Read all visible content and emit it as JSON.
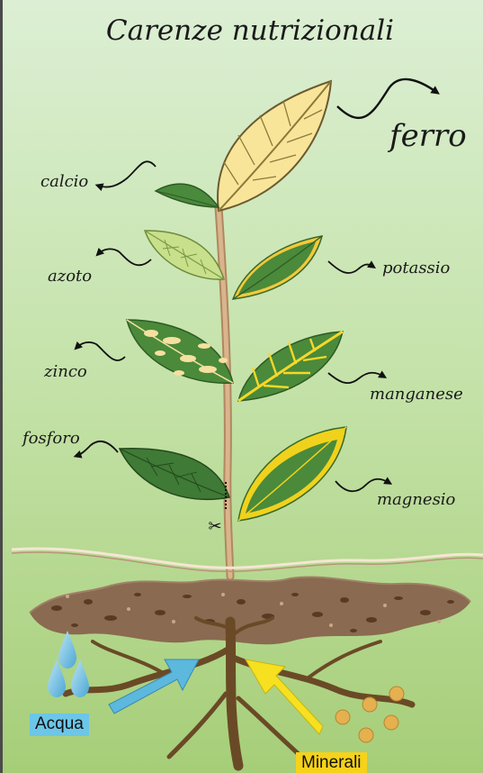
{
  "title": "Carenze nutrizionali",
  "deficiencies": {
    "ferro": "ferro",
    "calcio": "calcio",
    "azoto": "azoto",
    "potassio": "potassio",
    "zinco": "zinco",
    "manganese": "manganese",
    "fosforo": "fosforo",
    "magnesio": "magnesio"
  },
  "inputs": {
    "water": "Acqua",
    "minerals": "Minerali"
  },
  "colors": {
    "background_top": "#d8ecd0",
    "background_bottom": "#a8d07a",
    "water_tag": "#6cc6e8",
    "minerals_tag": "#f6d21a",
    "leaf_healthy": "#4a8a3a",
    "leaf_yellow": "#f4e494",
    "stem": "#c9a37a",
    "soil": "#8a6a50",
    "root": "#6a4a28",
    "water_arrow": "#5cb8dc",
    "minerals_arrow": "#f6e020"
  }
}
